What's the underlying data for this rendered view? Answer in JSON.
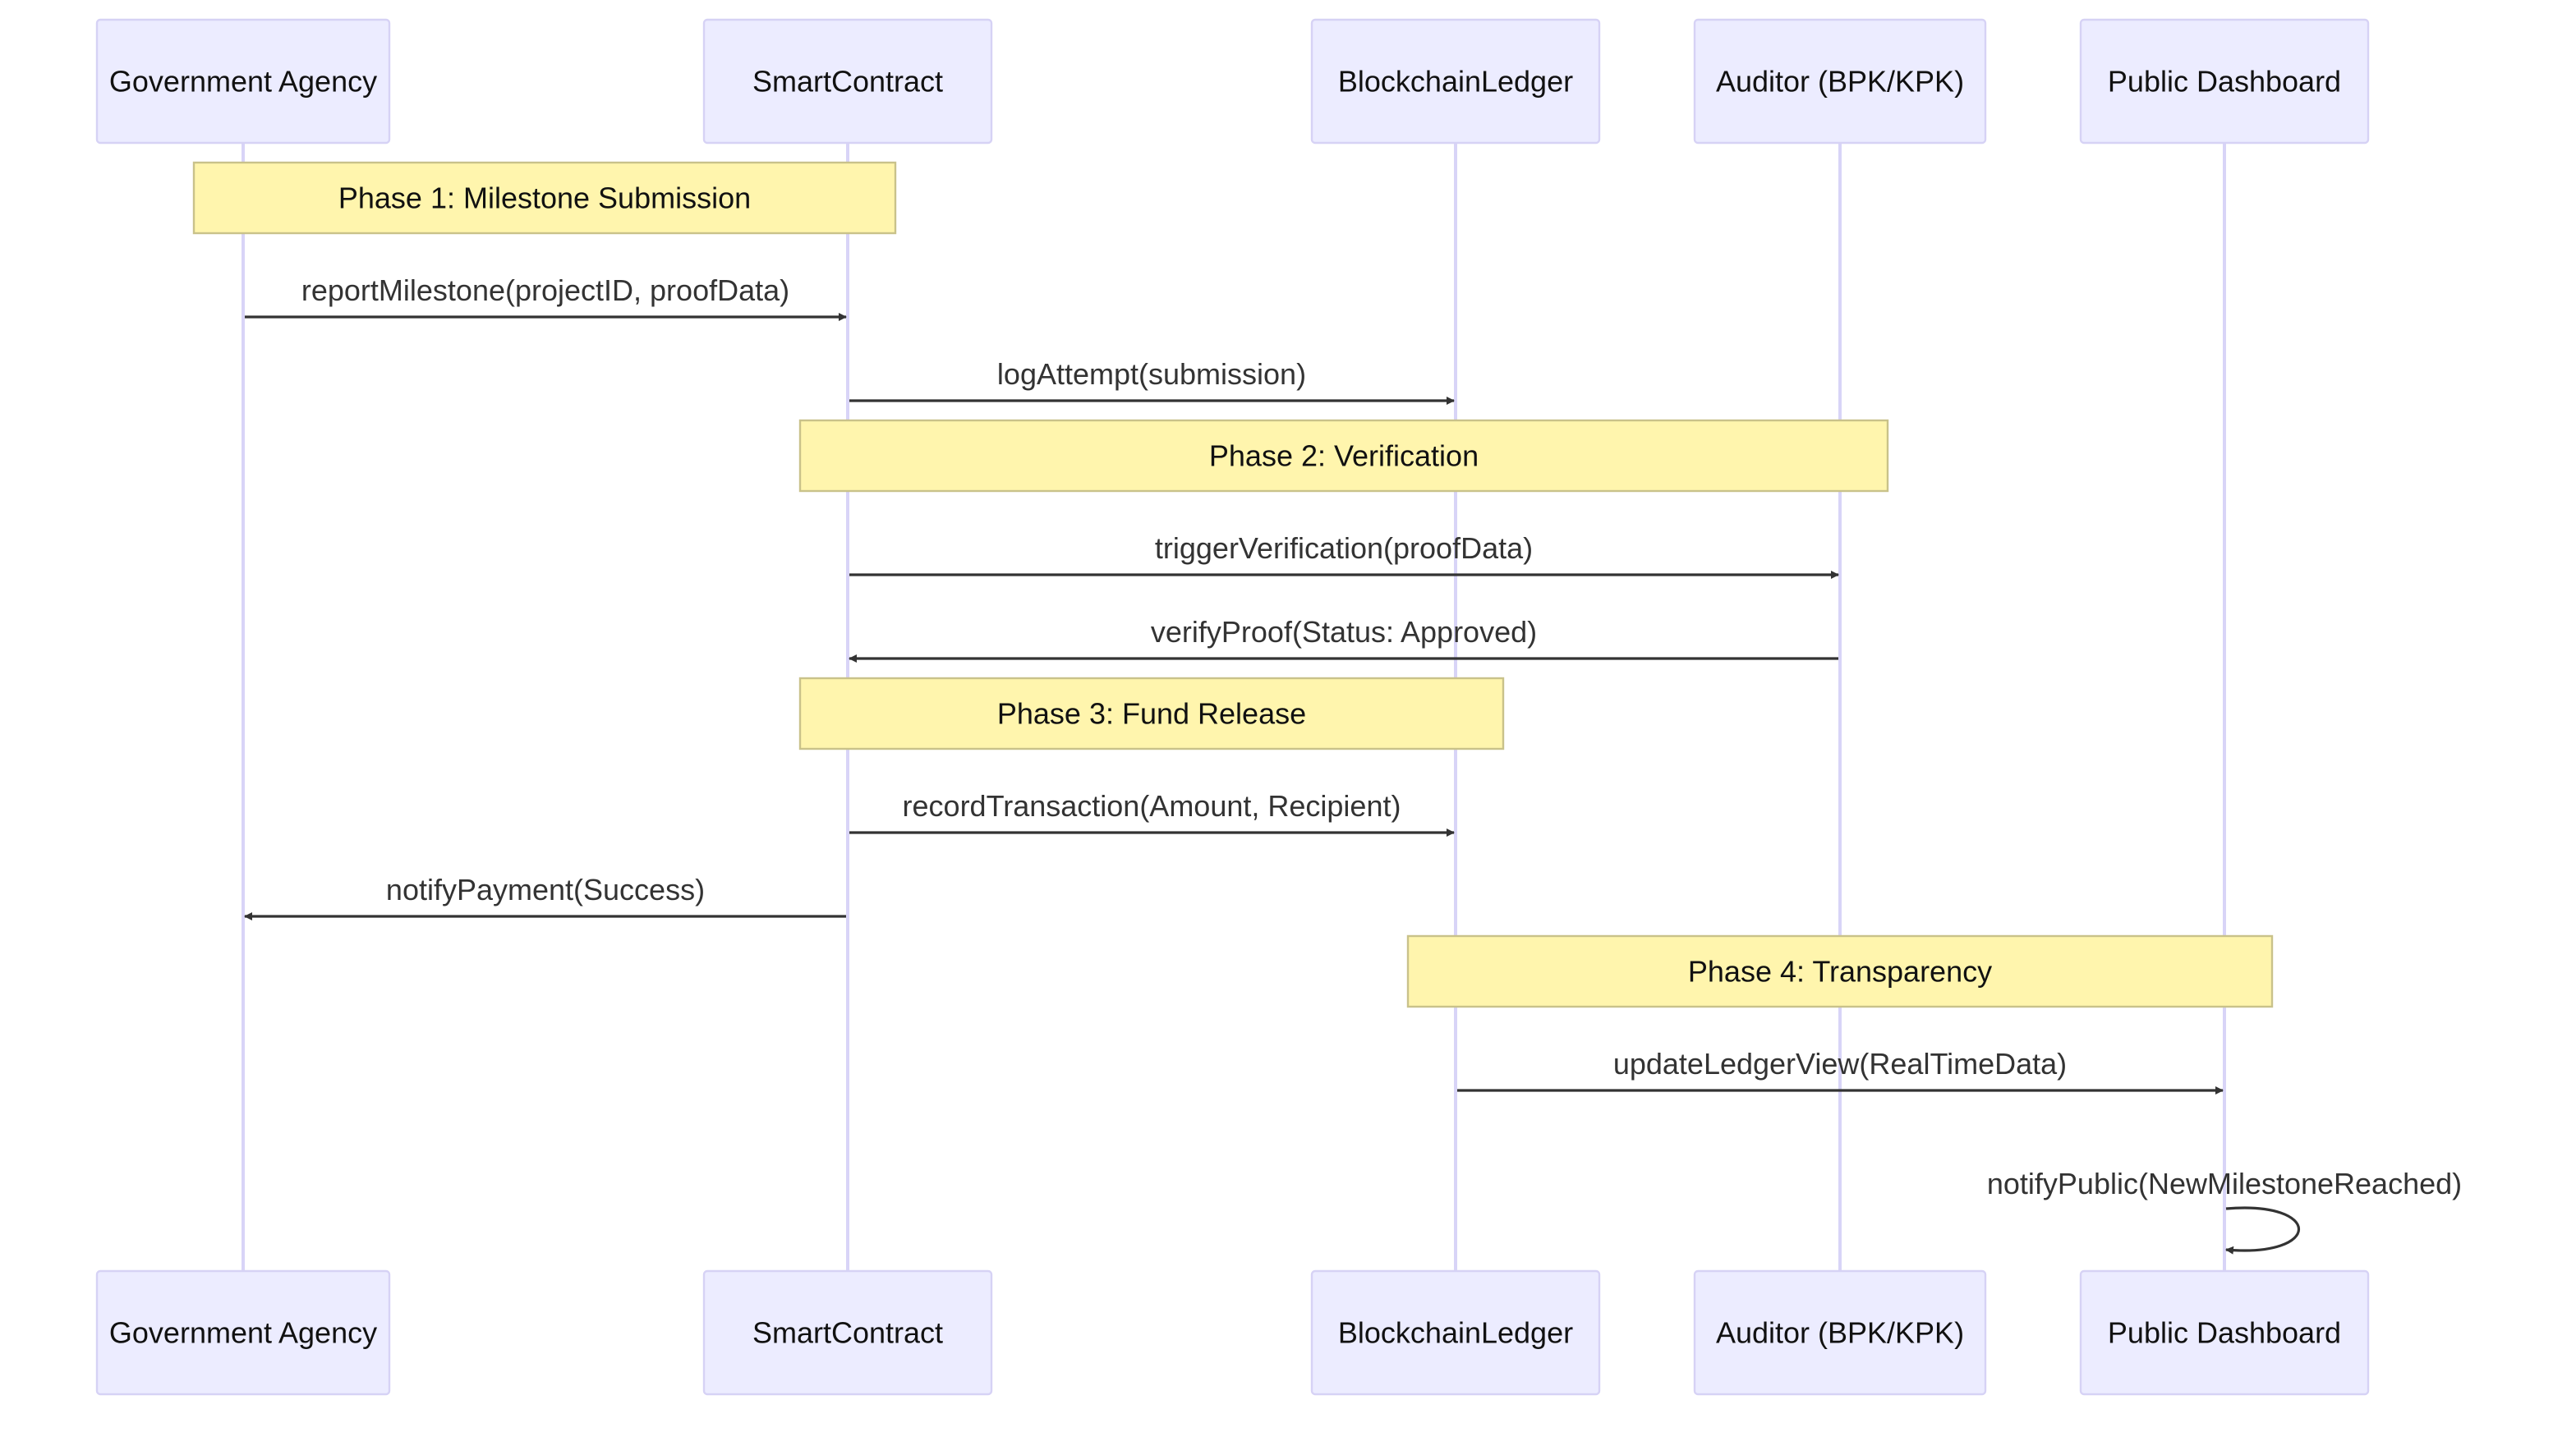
{
  "diagram": {
    "participants": [
      {
        "id": "gov",
        "label": "Government Agency"
      },
      {
        "id": "sc",
        "label": "SmartContract"
      },
      {
        "id": "ledger",
        "label": "BlockchainLedger"
      },
      {
        "id": "auditor",
        "label": "Auditor (BPK/KPK)"
      },
      {
        "id": "dash",
        "label": "Public Dashboard"
      }
    ],
    "notes": [
      {
        "text": "Phase 1: Milestone Submission",
        "from": "gov",
        "to": "sc"
      },
      {
        "text": "Phase 2: Verification",
        "from": "sc",
        "to": "auditor"
      },
      {
        "text": "Phase 3: Fund Release",
        "from": "sc",
        "to": "ledger"
      },
      {
        "text": "Phase 4: Transparency",
        "from": "ledger",
        "to": "dash"
      }
    ],
    "messages": [
      {
        "label": "reportMilestone(projectID, proofData)",
        "from": "gov",
        "to": "sc"
      },
      {
        "label": "logAttempt(submission)",
        "from": "sc",
        "to": "ledger"
      },
      {
        "label": "triggerVerification(proofData)",
        "from": "sc",
        "to": "auditor"
      },
      {
        "label": "verifyProof(Status: Approved)",
        "from": "auditor",
        "to": "sc"
      },
      {
        "label": "recordTransaction(Amount, Recipient)",
        "from": "sc",
        "to": "ledger"
      },
      {
        "label": "notifyPayment(Success)",
        "from": "sc",
        "to": "gov"
      },
      {
        "label": "updateLedgerView(RealTimeData)",
        "from": "ledger",
        "to": "dash"
      },
      {
        "label": "notifyPublic(NewMilestoneReached)",
        "from": "dash",
        "to": "dash"
      }
    ],
    "colors": {
      "actor_fill": "#ececff",
      "actor_border": "#d6d2f5",
      "lifeline": "#d8d4f7",
      "note_fill": "#fff5ad",
      "note_border": "#c9c28a",
      "arrow": "#333333"
    }
  }
}
